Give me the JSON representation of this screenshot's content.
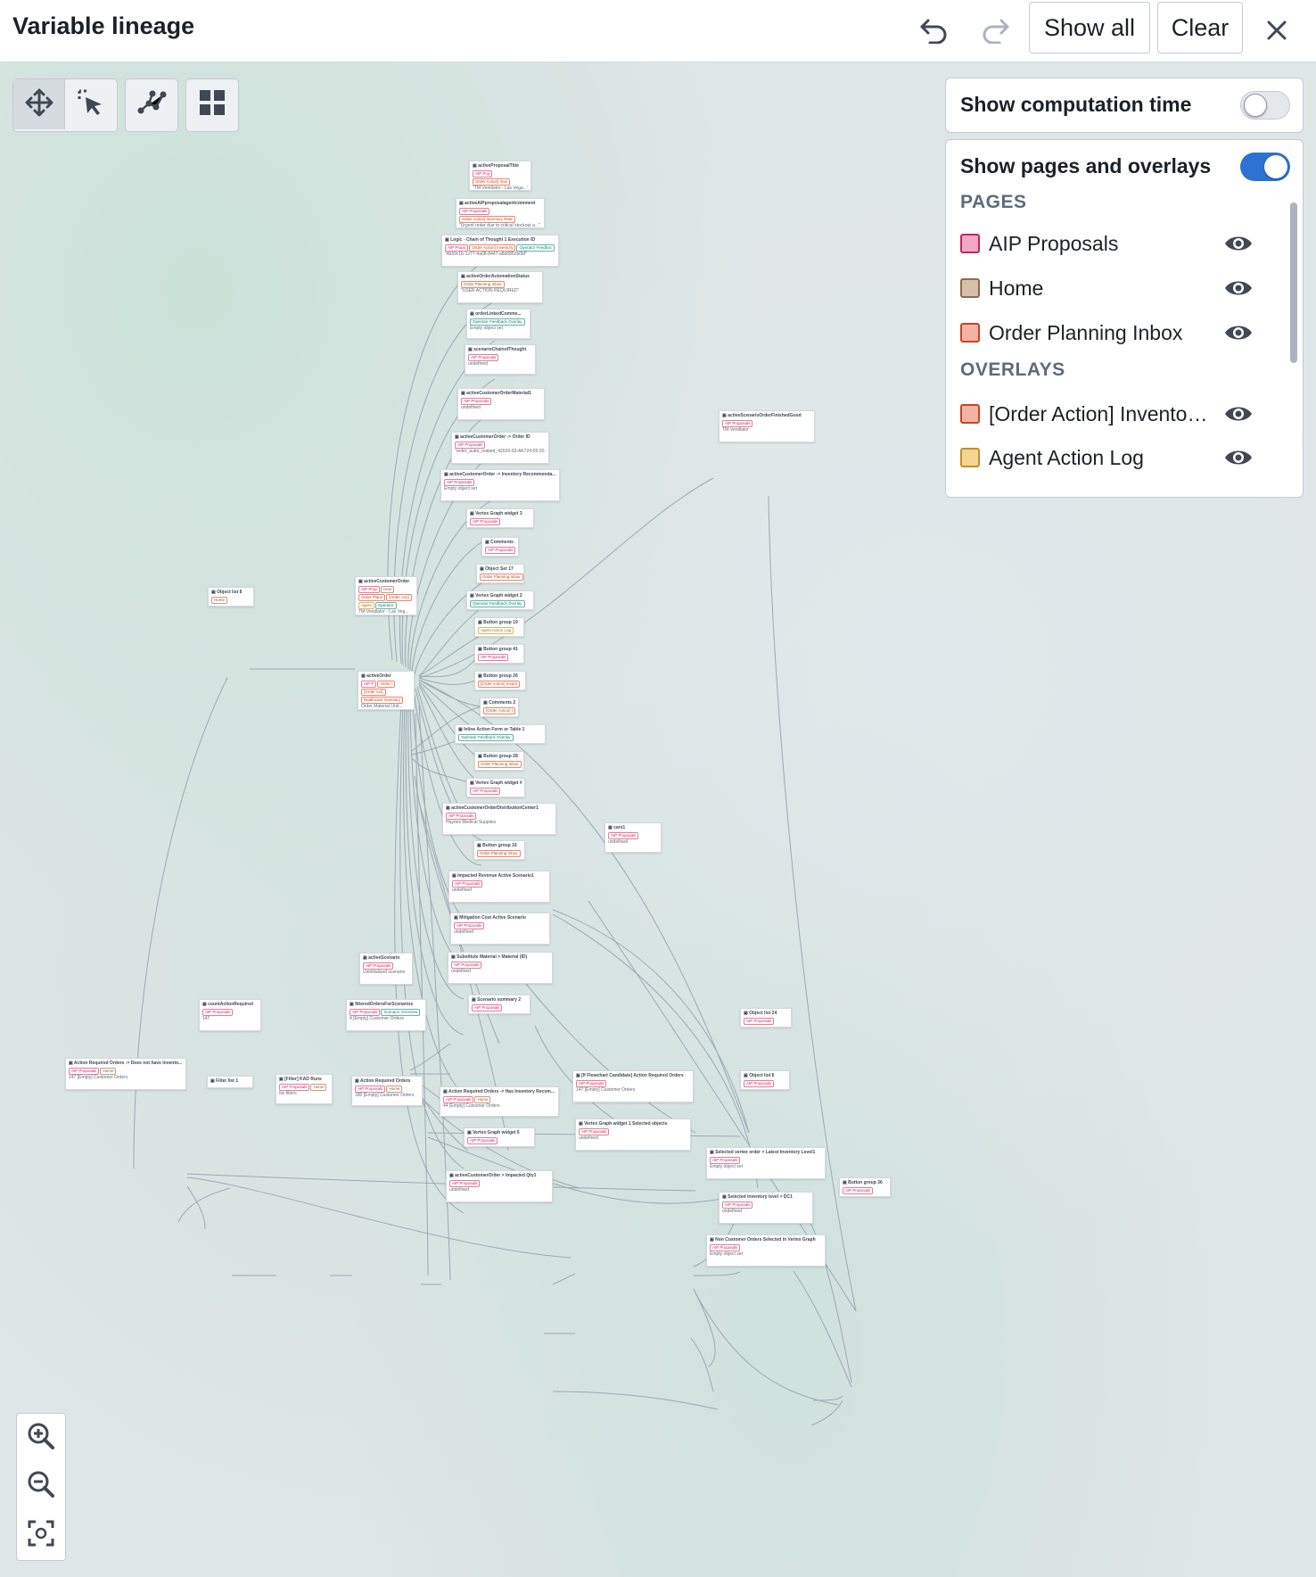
{
  "header": {
    "title": "Variable lineage",
    "show_all_label": "Show all",
    "clear_label": "Clear"
  },
  "toolbar": {
    "tools": [
      {
        "icon": "move-icon",
        "active": true
      },
      {
        "icon": "select-icon",
        "active": false
      },
      {
        "icon": "graph-layout-icon",
        "active": false
      },
      {
        "icon": "grid-layout-icon",
        "active": false
      }
    ]
  },
  "settings": {
    "computation_time": {
      "label": "Show computation time",
      "enabled": false
    },
    "pages_overlays": {
      "label": "Show pages and overlays",
      "enabled": true
    },
    "pages_header": "PAGES",
    "pages": [
      {
        "label": "AIP Proposals",
        "color": "#f2a7c3",
        "border": "#c22762"
      },
      {
        "label": "Home",
        "color": "#d7bfa8",
        "border": "#8a6a52"
      },
      {
        "label": "Order Planning Inbox",
        "color": "#f4b3a1",
        "border": "#c2462a"
      }
    ],
    "overlays_header": "OVERLAYS",
    "overlays": [
      {
        "label": "[Order Action] Invento…",
        "color": "#f4b3a1",
        "border": "#c2462a"
      },
      {
        "label": "Agent Action Log",
        "color": "#f5d58f",
        "border": "#c0902a"
      }
    ]
  },
  "graph": {
    "nodes": [
      {
        "title": "activeProposalTitle",
        "tags": [
          [
            "AIP Proj",
            "p"
          ],
          [
            "Order Action] Inve",
            "o"
          ]
        ],
        "value": "\"TM-Ventilator - Las Vega...\""
      },
      {
        "title": "activeAIPproposalagentcomment",
        "tags": [
          [
            "AIP Proposals",
            "p"
          ],
          [
            "Order Action] Inventory Real",
            "o"
          ]
        ],
        "value": "\"Urgent order due to critical stockout a...\""
      },
      {
        "title": "Logic - Chain of Thought 1 Execution ID",
        "tags": [
          [
            "AIP Propo",
            "p"
          ],
          [
            "Order Action] Inventory",
            "o"
          ],
          [
            "Operator Feedbac",
            "v"
          ]
        ],
        "value": "\"4b59c1b-1277-4a08-8447-a8d0852b0bf\""
      },
      {
        "title": "activeOrderAutomationStatus",
        "tags": [
          [
            "Order Planning Inbox",
            "o"
          ]
        ],
        "value": "\"USER ACTION REQUIRED\""
      },
      {
        "title": "orderLinkedComme...",
        "tags": [
          [
            "Operator Feedback Overlay",
            "v"
          ]
        ],
        "value": "Empty object set"
      },
      {
        "title": "scenarioChainofThought",
        "tags": [
          [
            "AIP Proposals",
            "p"
          ]
        ],
        "value": "undefined"
      },
      {
        "title": "activeCustomerOrderMaterial1",
        "tags": [
          [
            "AIP Proposals",
            "p"
          ]
        ],
        "value": "undefined"
      },
      {
        "title": "activeCustomerOrder -> Order ID",
        "tags": [
          [
            "AIP Proposals",
            "p"
          ]
        ],
        "value": "\"order_autm_related_42026-03-AK724-05-20...\""
      },
      {
        "title": "activeCustomerOrder -> Inventory Recommenda...",
        "tags": [
          [
            "AIP Proposals",
            "p"
          ]
        ],
        "value": "Empty object set"
      },
      {
        "title": "activeScenarioOrderFinishedGood",
        "tags": [
          [
            "AIP Proposals",
            "p"
          ]
        ],
        "value": "TM-Ventilator"
      },
      {
        "title": "Vertex Graph widget 3",
        "tags": [
          [
            "AIP Proposals",
            "p"
          ]
        ],
        "value": ""
      },
      {
        "title": "Comments 3",
        "tags": [
          [
            "AIP Proposals",
            "p"
          ]
        ],
        "value": ""
      },
      {
        "title": "Object Set 17",
        "tags": [
          [
            "Order Planning Inbox",
            "o"
          ]
        ],
        "value": ""
      },
      {
        "title": "Object list 8",
        "tags": [
          [
            "Home",
            "h"
          ]
        ],
        "value": ""
      },
      {
        "title": "activeCustomerOrder",
        "tags": [
          [
            "AIP Prop",
            "p"
          ],
          [
            "Hom",
            "h"
          ],
          [
            "Order Plann",
            "o"
          ],
          [
            "[Order Acti]",
            "o"
          ],
          [
            "Agent",
            "a"
          ],
          [
            "Operator",
            "v"
          ]
        ],
        "value": "TM-Ventilator - Las Veg..."
      },
      {
        "title": "Vertex Graph widget 2",
        "tags": [
          [
            "Operator Feedback Overlay",
            "v"
          ]
        ],
        "value": ""
      },
      {
        "title": "Button group 19",
        "tags": [
          [
            "Agent Action Log",
            "a"
          ]
        ],
        "value": ""
      },
      {
        "title": "Button group 41",
        "tags": [
          [
            "AIP Proposals",
            "p"
          ]
        ],
        "value": ""
      },
      {
        "title": "activeOrder",
        "tags": [
          [
            "AIP P",
            "p"
          ],
          [
            "Order I",
            "o"
          ],
          [
            "[Order Act]",
            "o"
          ],
          [
            "Reallocate Inventory",
            "o"
          ]
        ],
        "value": "Order Material Unit..."
      },
      {
        "title": "Button group 26",
        "tags": [
          [
            "[Order Action] Invent",
            "o"
          ]
        ],
        "value": ""
      },
      {
        "title": "Comments 2",
        "tags": [
          [
            "[Order Action] I",
            "o"
          ]
        ],
        "value": ""
      },
      {
        "title": "Inline Action Form or Table 1",
        "tags": [
          [
            "Operator Feedback Overlay",
            "v"
          ]
        ],
        "value": ""
      },
      {
        "title": "Button group 28",
        "tags": [
          [
            "Order Planning Inbox",
            "o"
          ]
        ],
        "value": ""
      },
      {
        "title": "Vertex Graph widget 4",
        "tags": [
          [
            "AIP Proposals",
            "p"
          ]
        ],
        "value": ""
      },
      {
        "title": "activeCustomerOrderDistributionCenter1",
        "tags": [
          [
            "AIP Proposals",
            "p"
          ]
        ],
        "value": "Haynes Medical Supplies"
      },
      {
        "title": "cars1",
        "tags": [
          [
            "AIP Proposals",
            "p"
          ]
        ],
        "value": "undefined"
      },
      {
        "title": "Button group 16",
        "tags": [
          [
            "Order Planning Inbox",
            "o"
          ]
        ],
        "value": ""
      },
      {
        "title": "Impacted Revenue Active Scenario1",
        "tags": [
          [
            "AIP Proposals",
            "p"
          ]
        ],
        "value": "undefined"
      },
      {
        "title": "Mitigation Cost Active Scenario",
        "tags": [
          [
            "AIP Proposals",
            "p"
          ]
        ],
        "value": "undefined"
      },
      {
        "title": "activeScenario",
        "tags": [
          [
            "AIP Proposals",
            "p"
          ]
        ],
        "value": "Uninitialized scenario"
      },
      {
        "title": "Substitute Material > Material (ID)",
        "tags": [
          [
            "AIP Proposals",
            "p"
          ]
        ],
        "value": "undefined"
      },
      {
        "title": "Scenario summary 2",
        "tags": [
          [
            "AIP Proposals",
            "p"
          ]
        ],
        "value": ""
      },
      {
        "title": "countActionRequired",
        "tags": [
          [
            "AIP Proposals",
            "p"
          ]
        ],
        "value": "147"
      },
      {
        "title": "filteredOrdersForScenarios",
        "tags": [
          [
            "AIP Proposals",
            "p"
          ],
          [
            "Scenario Overview",
            "v"
          ]
        ],
        "value": "4 [Empty] Customer Orders"
      },
      {
        "title": "Object list 24",
        "tags": [
          [
            "AIP Proposals",
            "p"
          ]
        ],
        "value": ""
      },
      {
        "title": "Action Required Orders -> Does not have Invento...",
        "tags": [
          [
            "AIP Proposals",
            "p"
          ],
          [
            "Home",
            "h"
          ]
        ],
        "value": "147 [Empty] Customer Orders"
      },
      {
        "title": "Filter list 1",
        "tags": [],
        "value": ""
      },
      {
        "title": "[Filter] KAD Runs",
        "tags": [
          [
            "AIP Proposals",
            "p"
          ],
          [
            "Home",
            "h"
          ]
        ],
        "value": "No filters"
      },
      {
        "title": "Action Required Orders",
        "tags": [
          [
            "AIP Proposals",
            "p"
          ],
          [
            "Home",
            "h"
          ]
        ],
        "value": "180 [Empty] Customer Orders"
      },
      {
        "title": "Action Required Orders -> Has Inventory Recom...",
        "tags": [
          [
            "AIP Proposals",
            "p"
          ],
          [
            "Home",
            "h"
          ]
        ],
        "value": "44 [Empty] Customer Orders"
      },
      {
        "title": "[If Flowchart Candidate] Action Required Orders",
        "tags": [
          [
            "AIP Proposals",
            "p"
          ]
        ],
        "value": "147 [Empty] Customer Orders"
      },
      {
        "title": "Object list 6",
        "tags": [
          [
            "AIP Proposals",
            "p"
          ]
        ],
        "value": ""
      },
      {
        "title": "Vertex Graph widget 6",
        "tags": [
          [
            "AIP Proposals",
            "p"
          ]
        ],
        "value": ""
      },
      {
        "title": "Vertex Graph widget 1 Selected objects",
        "tags": [
          [
            "AIP Proposals",
            "p"
          ]
        ],
        "value": "undefined"
      },
      {
        "title": "Selected vertex order > Latest Inventory Level1",
        "tags": [
          [
            "AIP Proposals",
            "p"
          ]
        ],
        "value": "Empty object set"
      },
      {
        "title": "activeCustomerOrder > Impacted Qty1",
        "tags": [
          [
            "AIP Proposals",
            "p"
          ]
        ],
        "value": "undefined"
      },
      {
        "title": "Selected Inventory level > DC1",
        "tags": [
          [
            "AIP Proposals",
            "p"
          ]
        ],
        "value": "undefined"
      },
      {
        "title": "Button group 36",
        "tags": [
          [
            "AIP Proposals",
            "p"
          ]
        ],
        "value": ""
      },
      {
        "title": "Non Customer Orders Selected in Vertex Graph",
        "tags": [
          [
            "AIP Proposals",
            "p"
          ]
        ],
        "value": "Empty object set"
      }
    ]
  }
}
